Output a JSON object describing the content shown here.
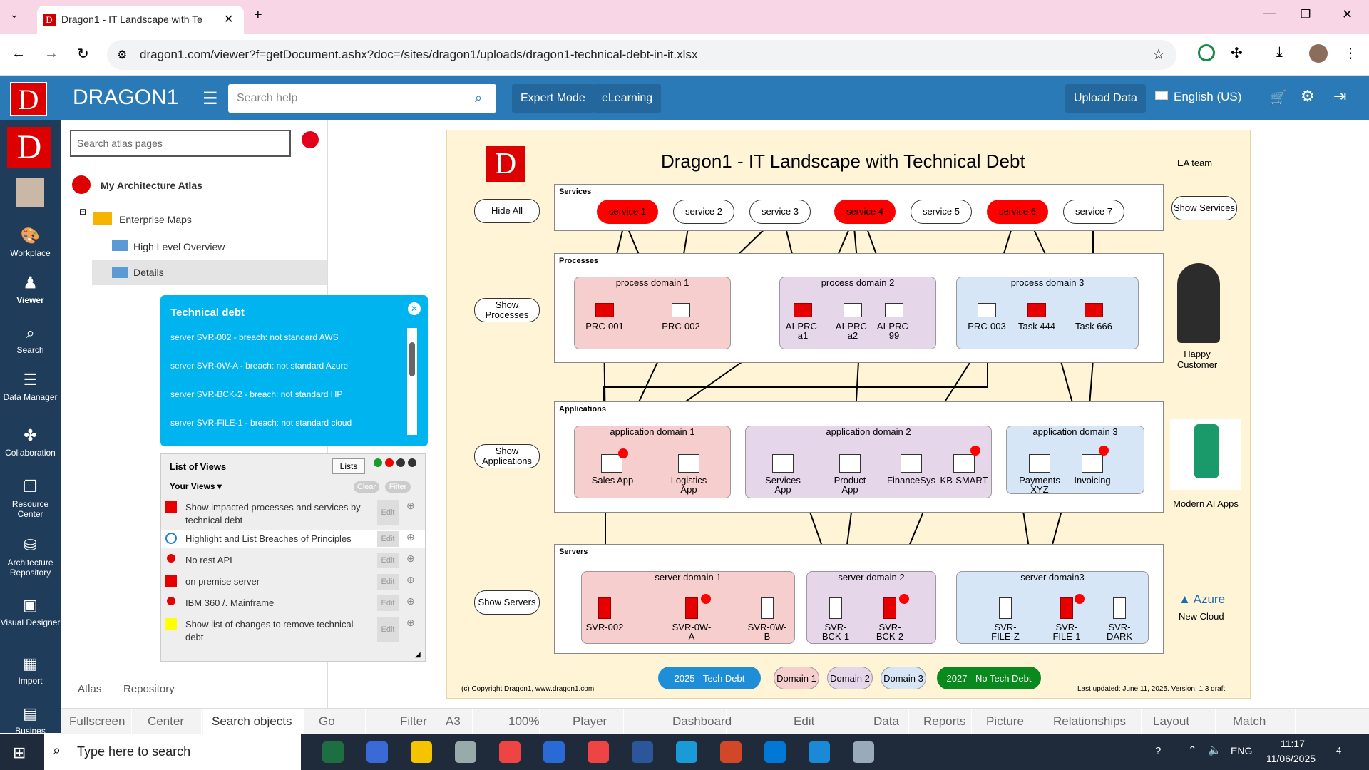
{
  "browser": {
    "tab_title": "Dragon1 - IT Landscape with Te",
    "url": "dragon1.com/viewer?f=getDocument.ashx?doc=/sites/dragon1/uploads/dragon1-technical-debt-in-it.xlsx"
  },
  "header": {
    "brand": "DRAGON1",
    "search_placeholder": "Search help",
    "expert_mode": "Expert Mode",
    "elearning": "eLearning",
    "upload_data": "Upload Data",
    "language": "English (US)"
  },
  "sidebar": {
    "items": [
      {
        "label": "Workplace",
        "icon": "palette-icon"
      },
      {
        "label": "Viewer",
        "icon": "person-icon"
      },
      {
        "label": "Search",
        "icon": "search-icon"
      },
      {
        "label": "Data Manager",
        "icon": "list-icon"
      },
      {
        "label": "Collaboration",
        "icon": "puzzle-icon"
      },
      {
        "label": "Resource Center",
        "icon": "copy-icon"
      },
      {
        "label": "Architecture Repository",
        "icon": "database-icon"
      },
      {
        "label": "Visual Designer",
        "icon": "image-icon"
      },
      {
        "label": "Import",
        "icon": "grid-icon"
      },
      {
        "label": "Busines",
        "icon": "chart-icon"
      }
    ]
  },
  "atlas": {
    "search_placeholder": "Search atlas pages",
    "title": "My Architecture Atlas",
    "enterprise_maps": "Enterprise Maps",
    "high_level": "High Level Overview",
    "details": "Details",
    "tab_atlas": "Atlas",
    "tab_repository": "Repository"
  },
  "techdebt": {
    "title": "Technical debt",
    "items": [
      "server SVR-002 - breach: not standard AWS",
      "server SVR-0W-A - breach: not standard Azure",
      "server SVR-BCK-2 - breach: not standard HP",
      "server SVR-FILE-1 - breach: not standard cloud"
    ]
  },
  "views": {
    "title": "List of Views",
    "lists_btn": "Lists",
    "your_views": "Your Views ▾",
    "clear": "Clear",
    "filter": "Filter",
    "edit": "Edit",
    "rows": [
      {
        "label": "Show impacted processes and services by technical debt",
        "color": "#e60000"
      },
      {
        "label": "Highlight and List Breaches of Principles",
        "color": "#1e7fd6"
      },
      {
        "label": "No rest API",
        "color": "#e60000"
      },
      {
        "label": "on premise server",
        "color": "#e60000"
      },
      {
        "label": "IBM 360 /. Mainframe",
        "color": "#e60000"
      },
      {
        "label": "Show list of changes to remove technical debt",
        "color": "#ffff00"
      }
    ]
  },
  "diagram": {
    "title": "Dragon1 - IT Landscape with Technical Debt",
    "ea_team": "EA team",
    "sections": {
      "services": "Services",
      "processes": "Processes",
      "applications": "Applications",
      "servers": "Servers"
    },
    "left_buttons": {
      "hide_all": "Hide All",
      "show_processes": "Show Processes",
      "show_applications": "Show Applications",
      "show_servers": "Show Servers"
    },
    "show_services": "Show Services",
    "services": [
      "service 1",
      "service 2",
      "service 3",
      "service 4",
      "service 5",
      "service 6",
      "service 7"
    ],
    "process_domains": [
      "process domain 1",
      "process domain 2",
      "process domain 3"
    ],
    "processes": [
      "PRC-001",
      "PRC-002",
      "AI-PRC-a1",
      "AI-PRC-a2",
      "AI-PRC-99",
      "PRC-003",
      "Task 444",
      "Task 666"
    ],
    "app_domains": [
      "application domain 1",
      "application domain 2",
      "application domain 3"
    ],
    "apps": [
      "Sales App",
      "Logistics App",
      "Services App",
      "Product App",
      "FinanceSys",
      "KB-SMART",
      "Payments XYZ",
      "Invoicing"
    ],
    "server_domains": [
      "server domain 1",
      "server domain 2",
      "server domain3"
    ],
    "servers": [
      "SVR-002",
      "SVR-0W-A",
      "SVR-0W-B",
      "SVR-BCK-1",
      "SVR-BCK-2",
      "SVR-FILE-Z",
      "SVR-FILE-1",
      "SVR-DARK"
    ],
    "right_labels": {
      "happy": "Happy Customer",
      "modern_ai": "Modern AI Apps",
      "azure": "Azure",
      "new_cloud": "New Cloud"
    },
    "legend": [
      "2025 - Tech Debt",
      "Domain 1",
      "Domain 2",
      "Domain 3",
      "2027 - No Tech Debt"
    ],
    "copyright": "(c) Copyright Dragon1, www.dragon1.com",
    "updated": "Last updated: June 11, 2025. Version: 1.3 draft"
  },
  "toolbar": [
    "Fullscreen",
    "Center",
    "Search objects",
    "Go",
    "Filter",
    "A3",
    "100%",
    "Player off",
    "Dashboard",
    "Edit",
    "Data",
    "Reports",
    "Picture",
    "Relationships",
    "Layout",
    "Match"
  ],
  "taskbar": {
    "search_placeholder": "Type here to search",
    "lang": "ENG",
    "time": "11:17",
    "date": "11/06/2025",
    "notif": "4"
  }
}
